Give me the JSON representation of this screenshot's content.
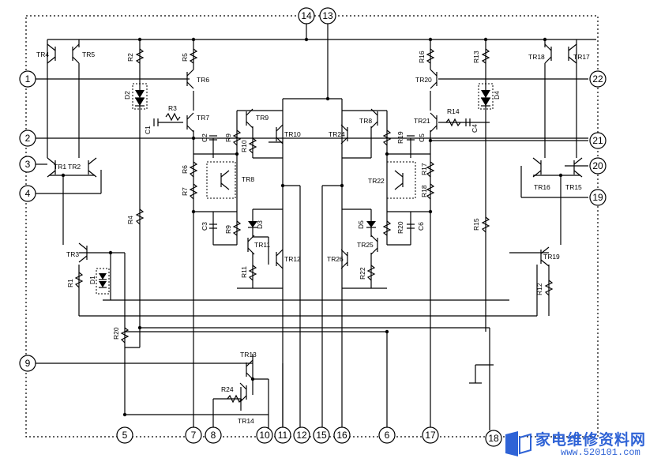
{
  "pins": [
    {
      "id": "pin-1",
      "label": "1"
    },
    {
      "id": "pin-2",
      "label": "2"
    },
    {
      "id": "pin-3",
      "label": "3"
    },
    {
      "id": "pin-4",
      "label": "4"
    },
    {
      "id": "pin-5",
      "label": "5"
    },
    {
      "id": "pin-6",
      "label": "6"
    },
    {
      "id": "pin-7",
      "label": "7"
    },
    {
      "id": "pin-8",
      "label": "8"
    },
    {
      "id": "pin-9",
      "label": "9"
    },
    {
      "id": "pin-10",
      "label": "10"
    },
    {
      "id": "pin-11",
      "label": "11"
    },
    {
      "id": "pin-12",
      "label": "12"
    },
    {
      "id": "pin-13",
      "label": "13"
    },
    {
      "id": "pin-14",
      "label": "14"
    },
    {
      "id": "pin-15",
      "label": "15"
    },
    {
      "id": "pin-16",
      "label": "16"
    },
    {
      "id": "pin-17",
      "label": "17"
    },
    {
      "id": "pin-18",
      "label": "18"
    },
    {
      "id": "pin-19",
      "label": "19"
    },
    {
      "id": "pin-20",
      "label": "20"
    },
    {
      "id": "pin-21",
      "label": "21"
    },
    {
      "id": "pin-22",
      "label": "22"
    }
  ],
  "transistors": [
    {
      "id": "tr1",
      "label": "TR1"
    },
    {
      "id": "tr2",
      "label": "TR2"
    },
    {
      "id": "tr3",
      "label": "TR3"
    },
    {
      "id": "tr4",
      "label": "TR4"
    },
    {
      "id": "tr5",
      "label": "TR5"
    },
    {
      "id": "tr6",
      "label": "TR6"
    },
    {
      "id": "tr7",
      "label": "TR7"
    },
    {
      "id": "tr8l",
      "label": "TR8"
    },
    {
      "id": "tr8r",
      "label": "TR8"
    },
    {
      "id": "tr9",
      "label": "TR9"
    },
    {
      "id": "tr10",
      "label": "TR10"
    },
    {
      "id": "tr11",
      "label": "TR11"
    },
    {
      "id": "tr12",
      "label": "TR12"
    },
    {
      "id": "tr13",
      "label": "TR13"
    },
    {
      "id": "tr14",
      "label": "TR14"
    },
    {
      "id": "tr15",
      "label": "TR15"
    },
    {
      "id": "tr16",
      "label": "TR16"
    },
    {
      "id": "tr17",
      "label": "TR17"
    },
    {
      "id": "tr18",
      "label": "TR18"
    },
    {
      "id": "tr19",
      "label": "TR19"
    },
    {
      "id": "tr20",
      "label": "TR20"
    },
    {
      "id": "tr21",
      "label": "TR21"
    },
    {
      "id": "tr22",
      "label": "TR22"
    },
    {
      "id": "tr24",
      "label": "TR24"
    },
    {
      "id": "tr25",
      "label": "TR25"
    },
    {
      "id": "tr26",
      "label": "TR26"
    }
  ],
  "resistors": [
    {
      "id": "r1",
      "label": "R1"
    },
    {
      "id": "r2",
      "label": "R2"
    },
    {
      "id": "r3",
      "label": "R3"
    },
    {
      "id": "r4",
      "label": "R4"
    },
    {
      "id": "r5",
      "label": "R5"
    },
    {
      "id": "r6",
      "label": "R6"
    },
    {
      "id": "r7",
      "label": "R7"
    },
    {
      "id": "r9a",
      "label": "R9"
    },
    {
      "id": "r9b",
      "label": "R9"
    },
    {
      "id": "r10",
      "label": "R10"
    },
    {
      "id": "r11",
      "label": "R11"
    },
    {
      "id": "r12",
      "label": "R12"
    },
    {
      "id": "r13",
      "label": "R13"
    },
    {
      "id": "r14",
      "label": "R14"
    },
    {
      "id": "r15",
      "label": "R15"
    },
    {
      "id": "r16",
      "label": "R16"
    },
    {
      "id": "r17",
      "label": "R17"
    },
    {
      "id": "r18",
      "label": "R18"
    },
    {
      "id": "r19",
      "label": "R19"
    },
    {
      "id": "r20a",
      "label": "R20"
    },
    {
      "id": "r20b",
      "label": "R20"
    },
    {
      "id": "r22",
      "label": "R22"
    },
    {
      "id": "r24",
      "label": "R24"
    }
  ],
  "capacitors": [
    {
      "id": "c1",
      "label": "C1"
    },
    {
      "id": "c2",
      "label": "C2"
    },
    {
      "id": "c3",
      "label": "C3"
    },
    {
      "id": "c4",
      "label": "C4"
    },
    {
      "id": "c5",
      "label": "C5"
    },
    {
      "id": "c6",
      "label": "C6"
    }
  ],
  "diodes": [
    {
      "id": "d1",
      "label": "D1"
    },
    {
      "id": "d2",
      "label": "D2"
    },
    {
      "id": "d3",
      "label": "D3"
    },
    {
      "id": "d4",
      "label": "D4"
    },
    {
      "id": "d5",
      "label": "D5"
    }
  ],
  "watermark": {
    "text": "家电维修资料网",
    "url": "www.520101.com",
    "color": "#2f63d6"
  }
}
